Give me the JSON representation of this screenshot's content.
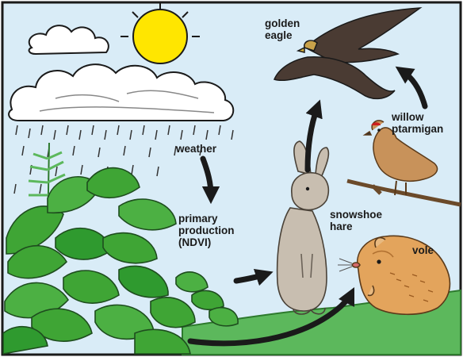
{
  "labels": {
    "golden_eagle": "golden\neagle",
    "willow_ptarmigan": "willow\nptarmigan",
    "weather": "weather",
    "primary_production": "primary\nproduction\n(NDVI)",
    "snowshoe_hare": "snowshoe\nhare",
    "vole": "vole"
  },
  "icons": [
    "sun-icon",
    "cloud-icon",
    "rain-icon",
    "plant-icon",
    "eagle-icon",
    "ptarmigan-icon",
    "hare-icon",
    "vole-icon",
    "arrow-icon"
  ],
  "colors": {
    "sky": "#d9ecf7",
    "sun": "#ffe600",
    "leaf": "#3fa535",
    "leaf_dark": "#1e6b1e",
    "ground": "#5cb85c",
    "eagle": "#4a3b33",
    "ptarmigan": "#c8925a",
    "hare": "#c8beb0",
    "vole": "#e3a45c",
    "arrow": "#1a1a1a"
  }
}
